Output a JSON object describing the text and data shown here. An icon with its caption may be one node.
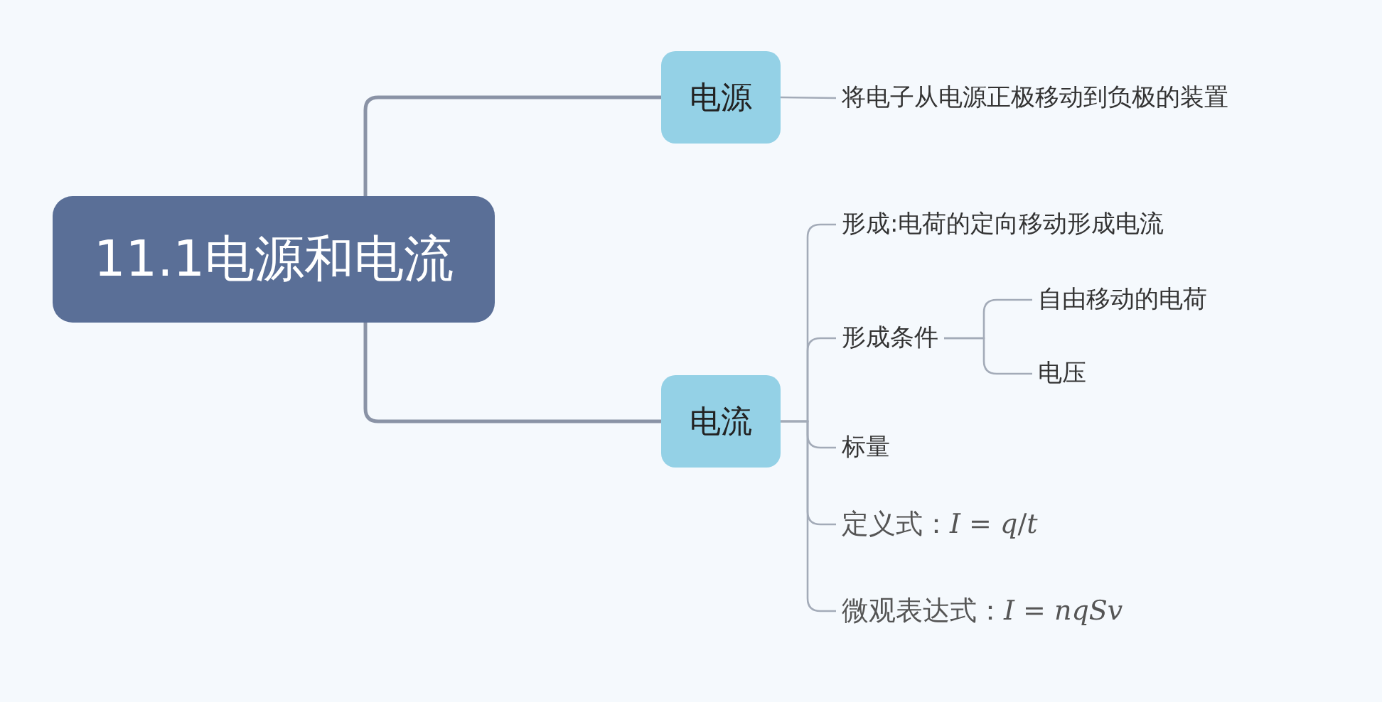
{
  "diagram": {
    "nodes": [
      {
        "text": [
          "11.1电源和电流"
        ]
      },
      {
        "text": [
          "电源"
        ]
      },
      {
        "text": [
          "将电子从电源正极移动到负极的装置"
        ]
      },
      {
        "text": [
          "电流"
        ]
      },
      {
        "text": [
          "形成:电荷的定向移动形成电流"
        ]
      },
      {
        "text": [
          "形成条件"
        ]
      },
      {
        "text": [
          "自由移动的电荷"
        ]
      },
      {
        "text": [
          "电压"
        ]
      },
      {
        "text": [
          "标量"
        ]
      },
      {
        "text": [
          "定义式：*I* = *q*/*t*"
        ]
      },
      {
        "text": [
          "微观表达式：*I* = *nqSv*"
        ]
      }
    ],
    "edges": [
      {
        "from": 0,
        "to": 1,
        "arrow": "none"
      },
      {
        "from": 0,
        "to": 3,
        "arrow": "none"
      },
      {
        "from": 1,
        "to": 2,
        "arrow": "none"
      },
      {
        "from": 3,
        "to": 4,
        "arrow": "none"
      },
      {
        "from": 3,
        "to": 5,
        "arrow": "none"
      },
      {
        "from": 3,
        "to": 8,
        "arrow": "none"
      },
      {
        "from": 3,
        "to": 9,
        "arrow": "none"
      },
      {
        "from": 3,
        "to": 10,
        "arrow": "none"
      },
      {
        "from": 5,
        "to": 6,
        "arrow": "none"
      },
      {
        "from": 5,
        "to": 7,
        "arrow": "none"
      }
    ]
  }
}
